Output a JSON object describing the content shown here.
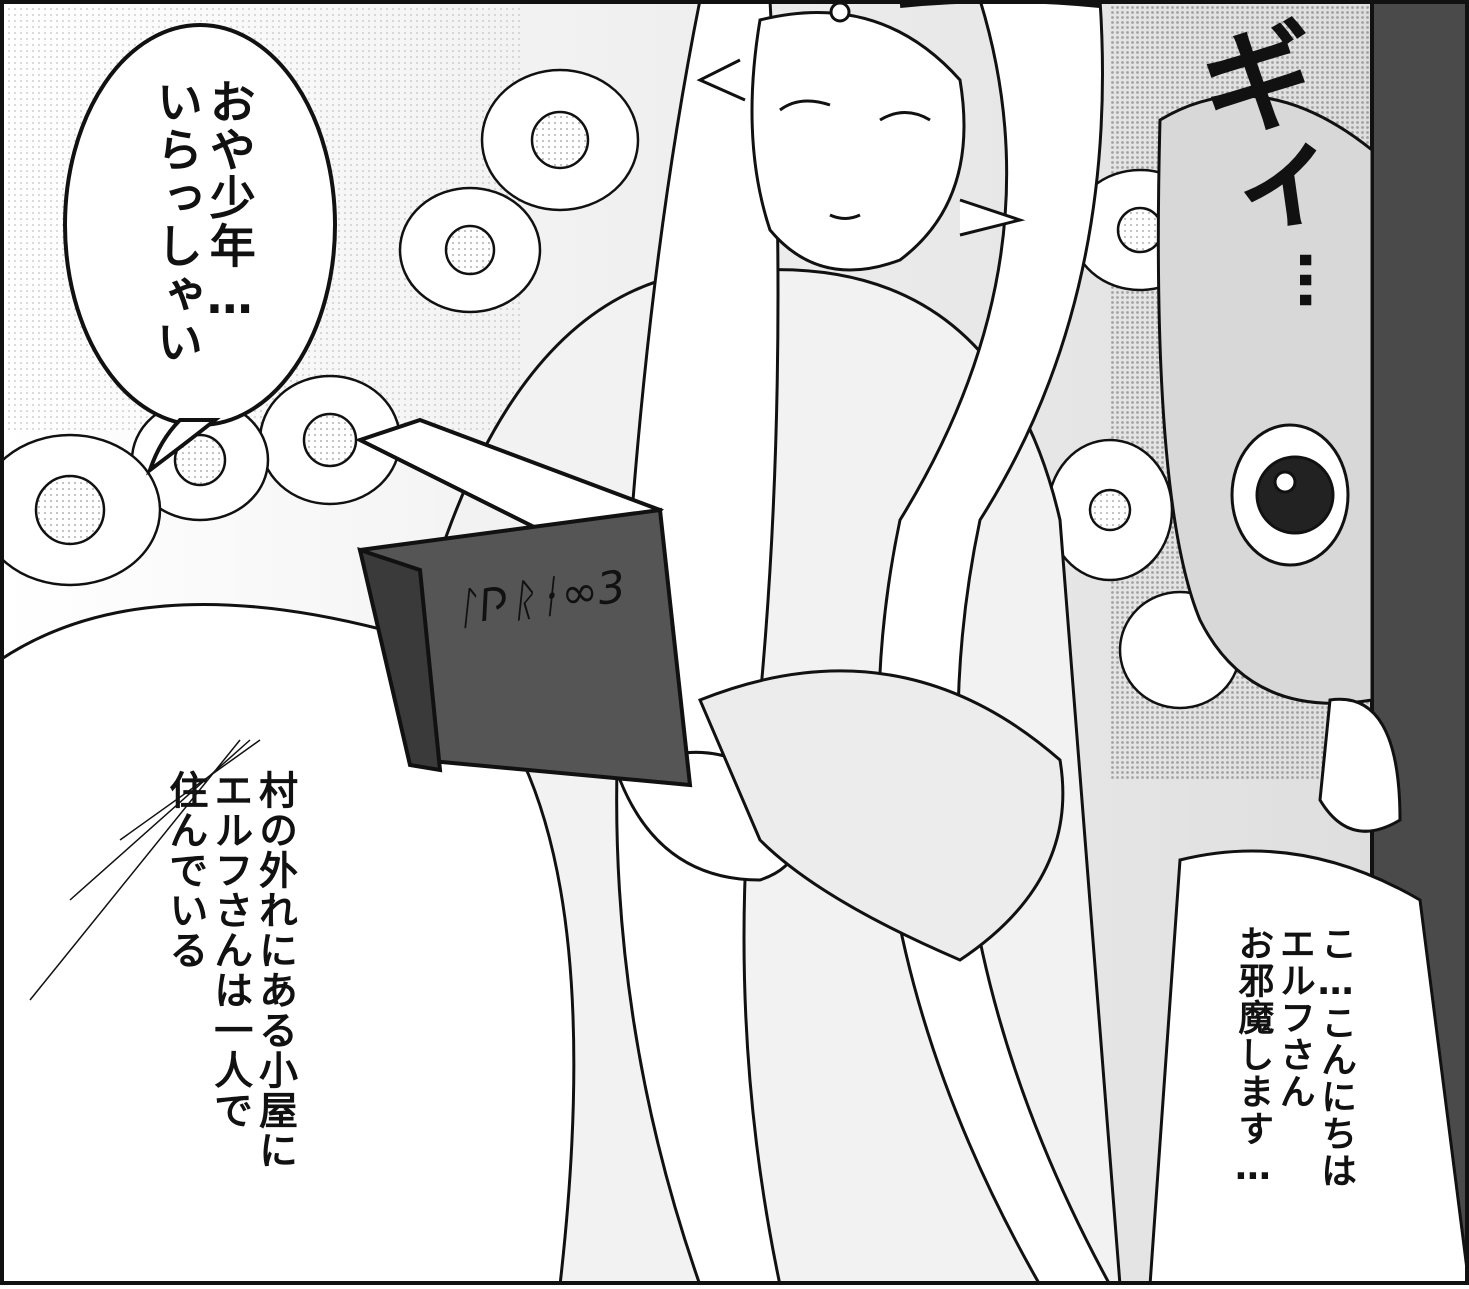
{
  "panel": {
    "speech_bubble": {
      "lines": [
        "おや少年…",
        "いらっしゃい"
      ]
    },
    "narration": {
      "lines": [
        "村の外れにある小屋に",
        "エルフさんは一人で",
        "住んでいる"
      ]
    },
    "greeting": {
      "lines": [
        "こ…こんにちは",
        "エルフさん",
        "お邪魔します…"
      ]
    },
    "sound_effect": {
      "text": "ギィ",
      "dots": "…"
    },
    "book": {
      "cover_script": "ᛚ𐌐ᚱᚽ∞3"
    },
    "colors": {
      "ink": "#111111",
      "paper": "#ffffff",
      "tone_light": "#e6e6e6",
      "tone_mid": "#9a9a9a",
      "book_cover": "#555555",
      "door": "#4a4a4a"
    }
  }
}
